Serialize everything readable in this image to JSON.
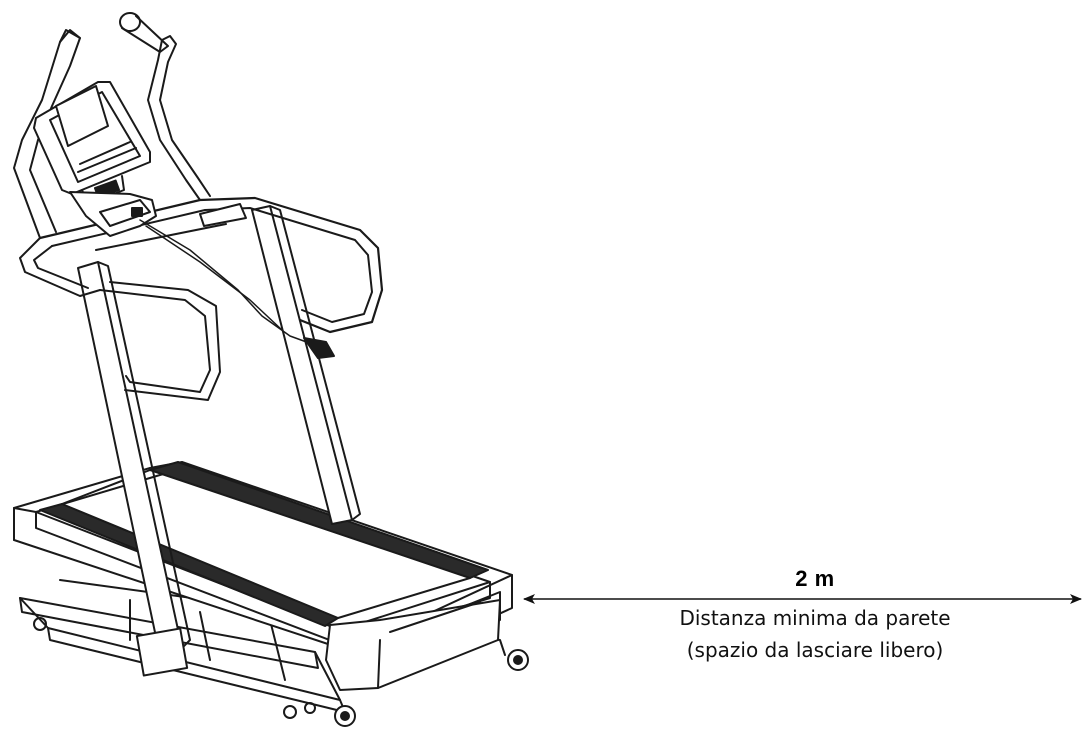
{
  "dimension": {
    "value": "2 m",
    "line1": "Distanza minima da parete",
    "line2": "(spazio da lasciare libero)"
  }
}
